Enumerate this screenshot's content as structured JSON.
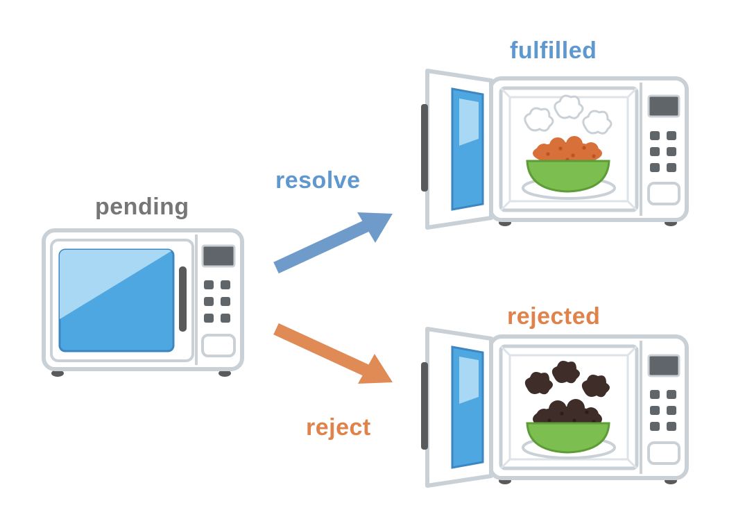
{
  "labels": {
    "pending": "pending",
    "resolve": "resolve",
    "fulfilled": "fulfilled",
    "rejected": "rejected",
    "reject": "reject"
  },
  "colors": {
    "pending": "#767676",
    "resolve": "#5f97cf",
    "fulfilled": "#5f97cf",
    "rejected": "#e0834a",
    "reject": "#e0834a",
    "resolve_arrow": "#6f9bcb",
    "reject_arrow": "#e08a55",
    "outline": "#c9d0d6",
    "oven_body": "#ffffff",
    "glass": "#4ea7e0",
    "glass_light": "#a9d8f4",
    "dark": "#5a5a5a",
    "button": "#606569",
    "bowl": "#7cbe4f",
    "cooked_food": "#d8703a",
    "burnt_food": "#3e2d28",
    "steam": "#ffffff"
  },
  "icons": {
    "pending": "microwave-closed-icon",
    "fulfilled": "microwave-open-cooked-food-icon",
    "rejected": "microwave-open-burnt-food-icon",
    "resolve_arrow": "arrow-up-right-icon",
    "reject_arrow": "arrow-down-right-icon"
  }
}
